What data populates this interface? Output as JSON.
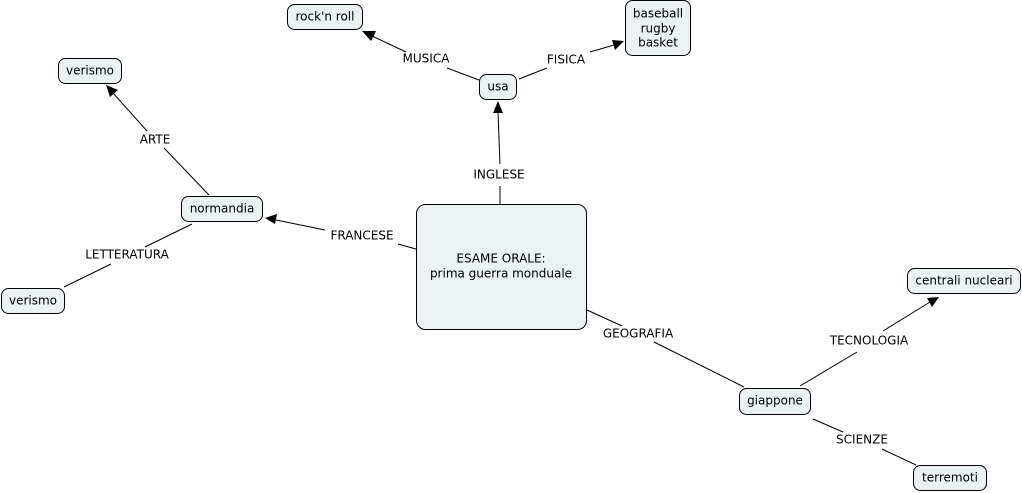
{
  "concept_map": {
    "colors": {
      "node_fill": "#ecf2f4",
      "stroke": "#000000",
      "background": "#ffffff"
    },
    "nodes": {
      "center": {
        "lines": [
          "ESAME ORALE:",
          "prima guerra monduale"
        ]
      },
      "usa": {
        "lines": [
          "usa"
        ]
      },
      "rocknroll": {
        "lines": [
          "rock'n roll"
        ]
      },
      "sports": {
        "lines": [
          "baseball",
          "rugby",
          "basket"
        ]
      },
      "normandia": {
        "lines": [
          "normandia"
        ]
      },
      "verismo_top": {
        "lines": [
          "verismo"
        ]
      },
      "verismo_bottom": {
        "lines": [
          "verismo"
        ]
      },
      "giappone": {
        "lines": [
          "giappone"
        ]
      },
      "centrali": {
        "lines": [
          "centrali nucleari"
        ]
      },
      "terremoti": {
        "lines": [
          "terremoti"
        ]
      }
    },
    "links": {
      "inglese": {
        "label": "INGLESE",
        "from": "center",
        "to": "usa",
        "arrow": true
      },
      "musica": {
        "label": "MUSICA",
        "from": "usa",
        "to": "rocknroll",
        "arrow": true
      },
      "fisica": {
        "label": "FISICA",
        "from": "usa",
        "to": "sports",
        "arrow": true
      },
      "francese": {
        "label": "FRANCESE",
        "from": "center",
        "to": "normandia",
        "arrow": true
      },
      "arte": {
        "label": "ARTE",
        "from": "normandia",
        "to": "verismo_top",
        "arrow": true
      },
      "letteratura": {
        "label": "LETTERATURA",
        "from": "normandia",
        "to": "verismo_bottom",
        "arrow": false
      },
      "geografia": {
        "label": "GEOGRAFIA",
        "from": "center",
        "to": "giappone",
        "arrow": false
      },
      "tecnologia": {
        "label": "TECNOLOGIA",
        "from": "giappone",
        "to": "centrali",
        "arrow": true
      },
      "scienze": {
        "label": "SCIENZE",
        "from": "giappone",
        "to": "terremoti",
        "arrow": false
      }
    }
  }
}
